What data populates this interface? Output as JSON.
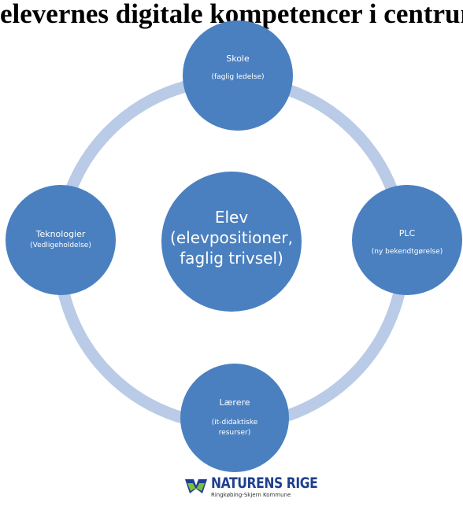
{
  "title": "elevernes digitale kompetencer i centrum",
  "colors": {
    "node": "#4a80c0",
    "ring": "#b9cbe6",
    "logo_blue": "#1f3f8f",
    "logo_green": "#7cbf3f"
  },
  "nodes": {
    "center": {
      "lines": [
        "Elev",
        "(elevpositioner,",
        "faglig trivsel)"
      ]
    },
    "top": {
      "title": "Skole",
      "subtitle": "(faglig ledelse)"
    },
    "right": {
      "title": "PLC",
      "subtitle": "(ny bekendtgørelse)"
    },
    "bottom": {
      "title": "Lærere",
      "subtitle_lines": [
        "(it-didaktiske",
        "resurser)"
      ]
    },
    "left": {
      "title": "Teknologier",
      "subtitle": "(Vedligeholdelse)"
    }
  },
  "logo": {
    "name": "NATURENS RIGE",
    "subtitle": "Ringkøbing-Skjern Kommune",
    "icon": "birds-logo-icon"
  }
}
